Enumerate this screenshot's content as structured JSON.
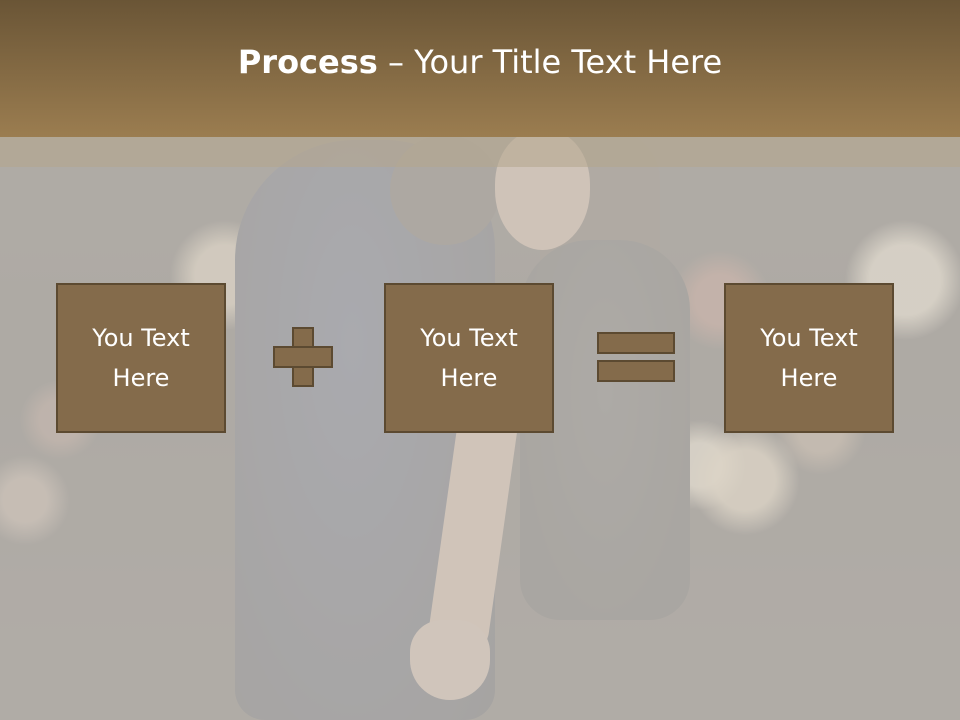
{
  "slide": {
    "title_bold": "Process",
    "title_rest": " – Your Title Text Here"
  },
  "boxes": [
    {
      "line1": "You Text",
      "line2": "Here"
    },
    {
      "line1": "You Text",
      "line2": "Here"
    },
    {
      "line1": "You Text",
      "line2": "Here"
    }
  ],
  "operators": [
    "plus-icon",
    "equals-icon"
  ],
  "colors": {
    "title_bar": "#9b7d50",
    "box_fill": "#846b4b",
    "box_border": "#5c4a31",
    "overlay": "#d2cec8"
  }
}
